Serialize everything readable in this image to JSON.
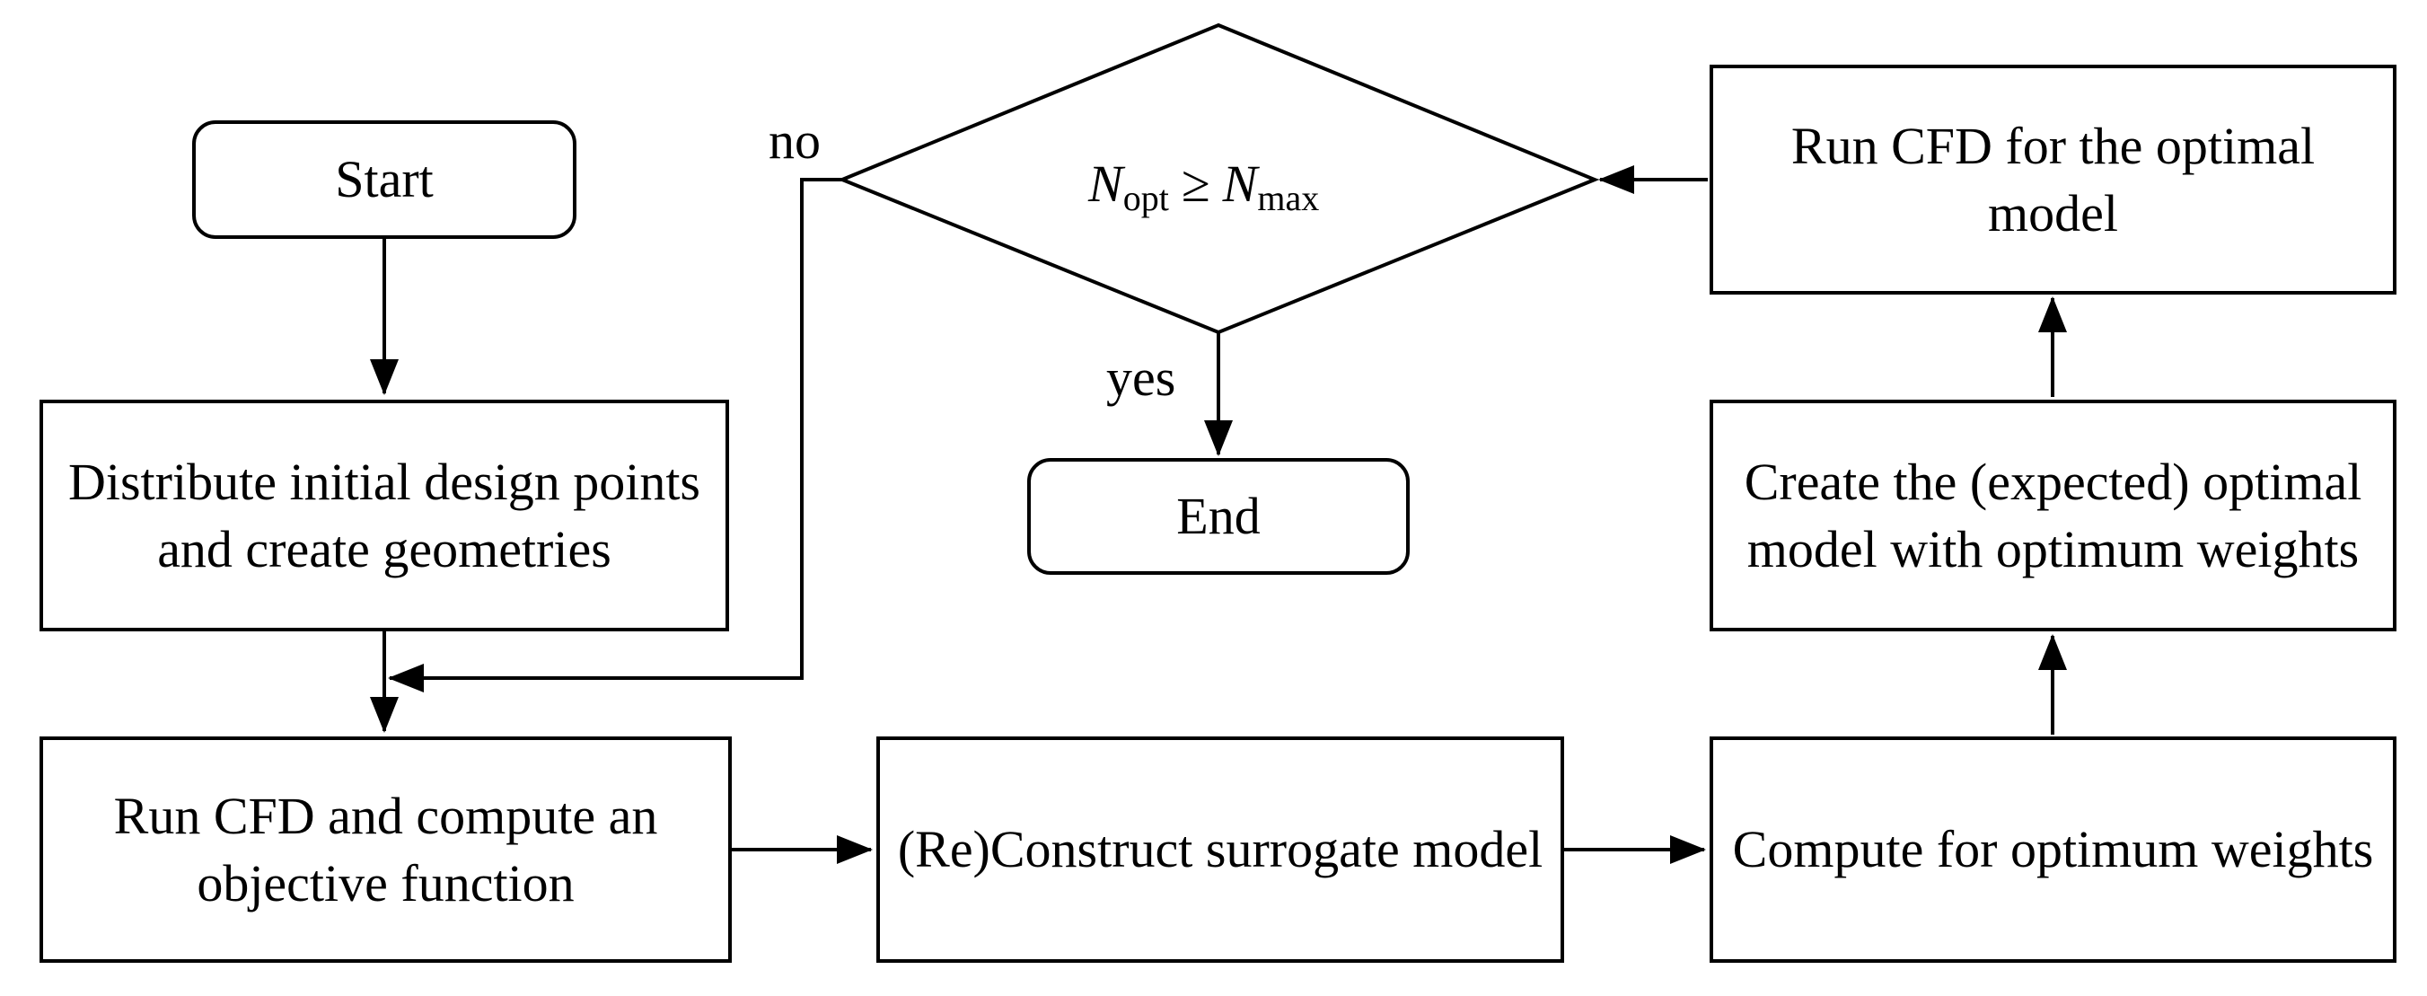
{
  "nodes": {
    "start": "Start",
    "distribute": "Distribute initial design points and create geometries",
    "run_cfd": "Run CFD and compute an objective function",
    "reconstruct": "(Re)Construct surrogate model",
    "compute_weights": "Compute for optimum weights",
    "create_model": "Create the (expected) optimal model with optimum weights",
    "run_cfd_optimal": "Run CFD for the optimal model",
    "end": "End"
  },
  "decision": {
    "lhs_symbol": "N",
    "lhs_sub": "opt",
    "operator": "≥",
    "rhs_symbol": "N",
    "rhs_sub": "max"
  },
  "edge_labels": {
    "no": "no",
    "yes": "yes"
  }
}
